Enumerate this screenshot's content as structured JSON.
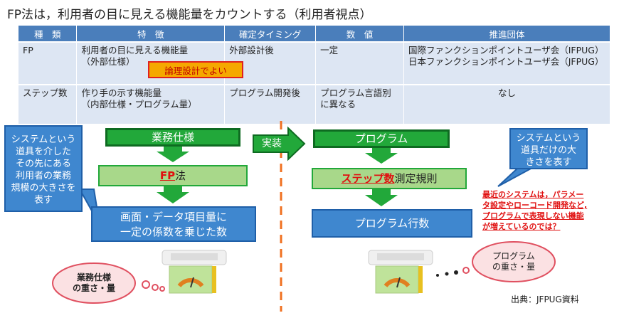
{
  "title": "FP法は，利用者の目に見える機能量をカウントする（利用者視点）",
  "table": {
    "headers": [
      "種　類",
      "特　徴",
      "確定タイミング",
      "数　値",
      "推進団体"
    ],
    "rows": [
      {
        "kind": "FP",
        "feature_1": "利用者の目に見える機能量",
        "feature_2": "（外部仕様）",
        "timing": "外部設計後",
        "value_1": "一定",
        "value_2": "",
        "org_1": "国際ファンクションポイントユーザ会（IFPUG）",
        "org_2": "日本ファンクションポイントユーザ会（JFPUG）"
      },
      {
        "kind": "ステップ数",
        "feature_1": "作り手の示す機能量",
        "feature_2": "（内部仕様・プログラム量）",
        "timing": "プログラム開発後",
        "value_1": "プログラム言語別",
        "value_2": "に異なる",
        "org_1": "なし",
        "org_2": ""
      }
    ],
    "badge": "論理設計でよい"
  },
  "left": {
    "top": "業務仕様",
    "mid_red": "FP",
    "mid_rest": "法",
    "bottom_1": "画面・データ項目量に",
    "bottom_2": "一定の係数を乗じた数",
    "callout": [
      "システムという",
      "道具を介した",
      "その先にある",
      "利用者の業務",
      "規模の大きさを",
      "表す"
    ],
    "cloud": [
      "業務仕様",
      "の重さ・量"
    ]
  },
  "arrow_label": "実装",
  "right": {
    "top": "プログラム",
    "mid_red": "ステップ数",
    "mid_rest": "測定規則",
    "bottom": "プログラム行数",
    "callout": [
      "システムという",
      "道具だけの大",
      "きさを表す"
    ],
    "note": [
      "最近のシステムは，パラメー",
      "タ設定やローコード開発など,",
      "プログラムで表現しない機能",
      "が増えているのでは？"
    ],
    "cloud": [
      "プログラム",
      "の重さ・量"
    ]
  },
  "source": "出典：JFPUG資料",
  "colors": {
    "header": "#4a7ebb",
    "cell": "#dde6f3",
    "green": "#22a83a",
    "blue": "#3f87cf",
    "red": "#e01010",
    "badge": "#f5a800"
  }
}
